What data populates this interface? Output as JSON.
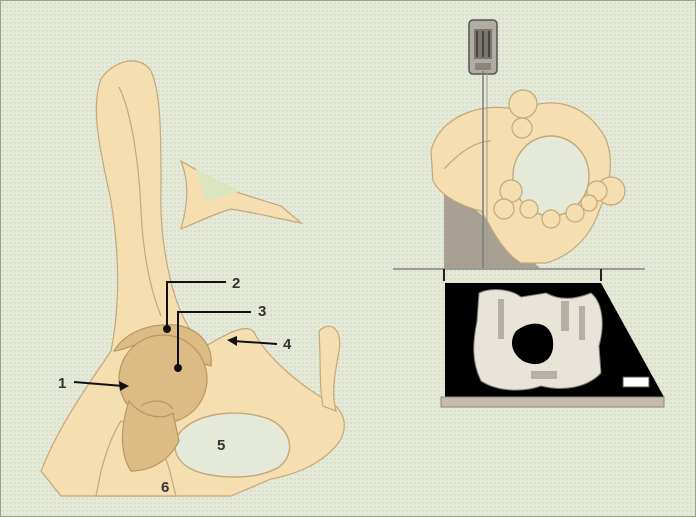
{
  "colors": {
    "background": "#e4e9d8",
    "bone": "#f5deb0",
    "bone_outline": "#c3a87a",
    "femoral_head": "#dcbc84",
    "film": "#000000",
    "beam_wedge": "#a8a092"
  },
  "labels": [
    "1",
    "2",
    "3",
    "4",
    "5",
    "6"
  ]
}
